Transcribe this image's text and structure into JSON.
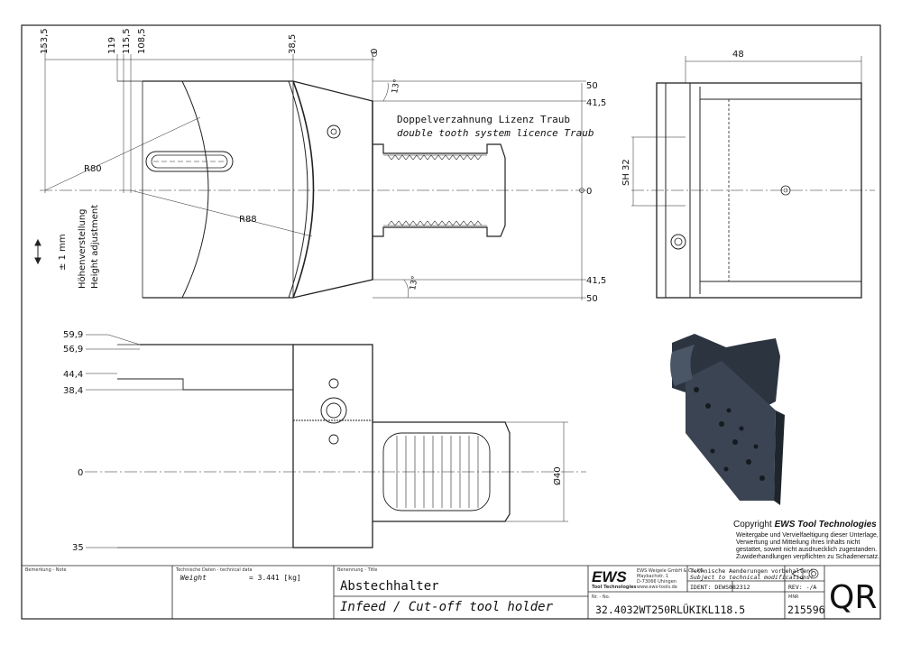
{
  "top_view": {
    "dims_top": [
      "153,5",
      "119",
      "115,5",
      "108,5",
      "38,5",
      "0"
    ],
    "dims_right": [
      "50",
      "41,5",
      "0",
      "41,5",
      "50"
    ],
    "radius_1": "R80",
    "radius_2": "R88",
    "angle_top": "13°",
    "angle_bottom": "13°",
    "note_de": "Doppelverzahnung Lizenz Traub",
    "note_en": "double tooth system licence Traub",
    "height_range": "± 1 mm",
    "height_de": "Höhenverstellung",
    "height_en": "Height adjustment"
  },
  "side_view": {
    "dim_top": "48",
    "dim_sh": "SH 32"
  },
  "front_view": {
    "dims_left": [
      "59,9",
      "56,9",
      "44,4",
      "38,4",
      "0",
      "35"
    ],
    "dim_diameter": "Ø40"
  },
  "copyright": {
    "prefix": "Copyright",
    "brand": "EWS Tool Technologies",
    "lines": [
      "Weitergabe und Vervielfaeltigung dieser Unterlage,",
      "Verwertung und Mitteilung ihres Inhalts nicht",
      "gestattet, soweit nicht ausdruecklich zugestanden.",
      "Zuwiderhandlungen verpflichten zu Schadenersatz."
    ]
  },
  "title_block": {
    "remark_label": "Bemerkung - Note",
    "tech_label": "Technische Daten - technical data",
    "weight_label": "Weight",
    "weight_value": "= 3.441 [kg]",
    "title_label": "Benennung - Title",
    "title_de": "Abstechhalter",
    "title_en": "Infeed / Cut-off tool holder",
    "logo_text": "EWS",
    "logo_sub": "Tool Technologies",
    "company_lines": [
      "EWS Weigele GmbH & Co. KG",
      "Maybachstr. 1",
      "D-73066 Uhingen",
      "www.ews-tools.de"
    ],
    "tech_changes_de": "Technische Aenderungen vorbehalten!",
    "tech_changes_en": "Subject to technical modifications!",
    "ident": "IDENT: DEWS082312",
    "rev": "REV: -/A",
    "nr_label": "Nr. - No.",
    "part_no": "32.4032WT250RLÜKIKL118.5",
    "mnr_label": "MNR",
    "mnr": "215596",
    "qr": "QR"
  }
}
